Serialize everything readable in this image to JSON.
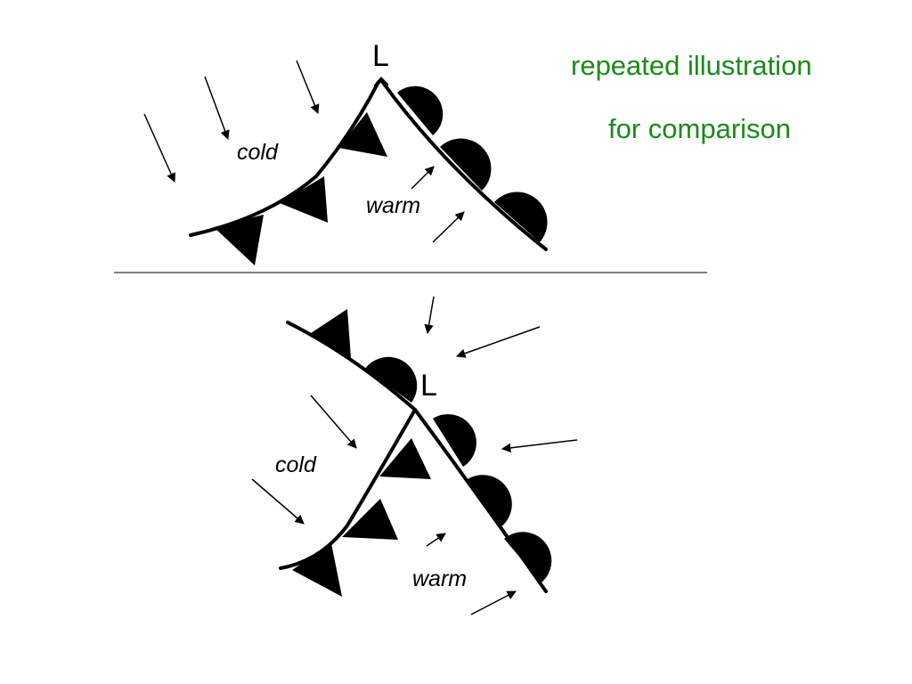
{
  "note": {
    "line1": "repeated illustration",
    "line2": "for comparison",
    "color": "#1a8a1a"
  },
  "top_panel": {
    "low_label": "L",
    "cold_label": "cold",
    "warm_label": "warm"
  },
  "bottom_panel": {
    "low_label": "L",
    "cold_label": "cold",
    "warm_label": "warm"
  }
}
